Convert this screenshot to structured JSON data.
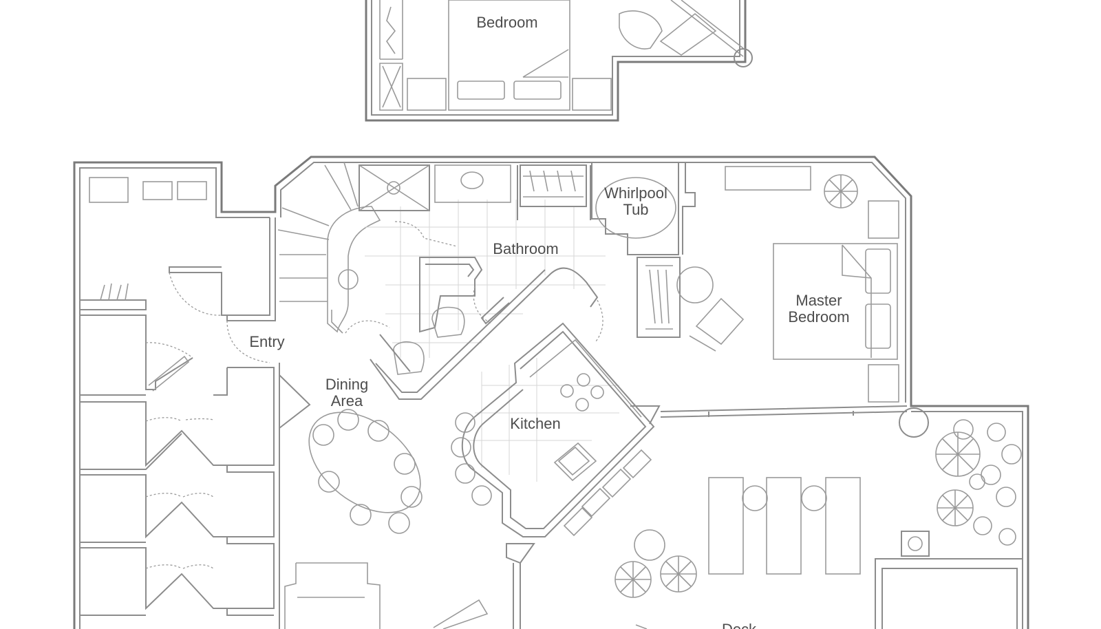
{
  "rooms": {
    "bedroom": "Bedroom",
    "whirlpool_l1": "Whirlpool",
    "whirlpool_l2": "Tub",
    "bathroom": "Bathroom",
    "master_l1": "Master",
    "master_l2": "Bedroom",
    "entry": "Entry",
    "dining_l1": "Dining",
    "dining_l2": "Area",
    "kitchen": "Kitchen",
    "deck": "Deck"
  },
  "colors": {
    "line": "#7a7a7a",
    "text": "#4d4d4d",
    "background": "#ffffff"
  }
}
